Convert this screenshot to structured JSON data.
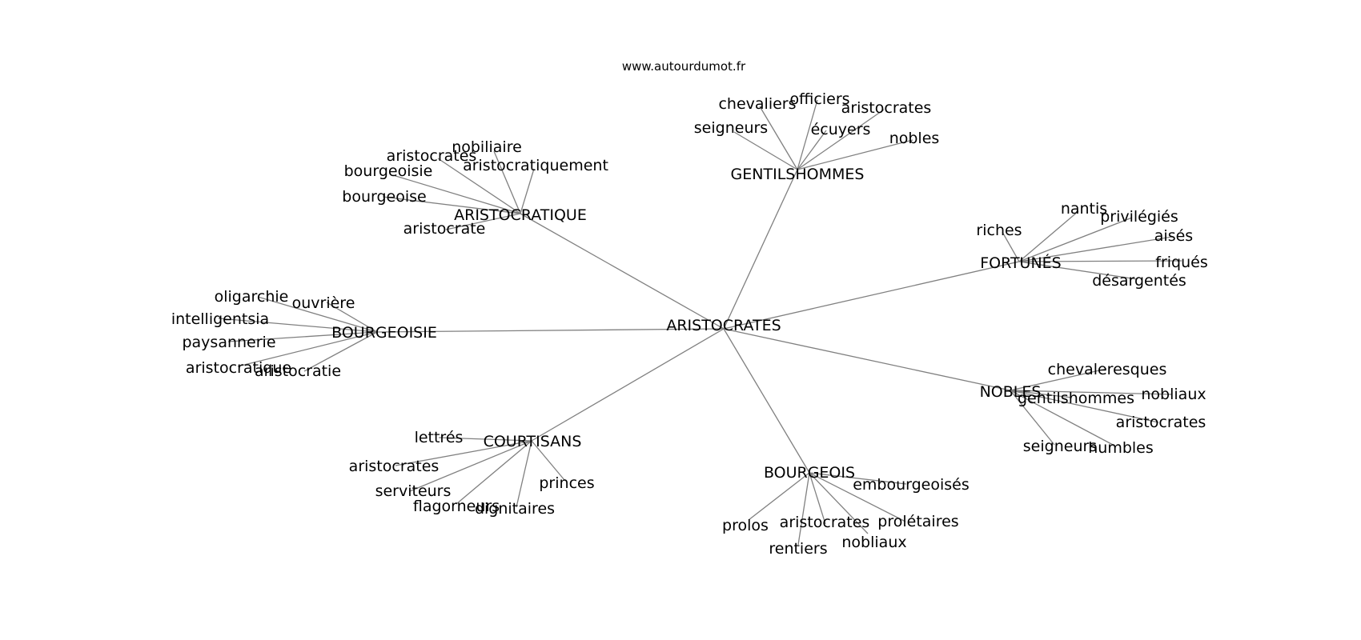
{
  "watermark": "www.autourdumot.fr",
  "center": "ARISTOCRATES",
  "groups": [
    {
      "id": "gentilshommes",
      "hub": "GENTILSHOMMES",
      "leaves": [
        "chevaliers",
        "officiers",
        "aristocrates",
        "seigneurs",
        "écuyers",
        "nobles"
      ]
    },
    {
      "id": "aristocratique",
      "hub": "ARISTOCRATIQUE",
      "leaves": [
        "nobiliaire",
        "aristocrates",
        "aristocratiquement",
        "bourgeoisie",
        "bourgeoise",
        "aristocrate"
      ]
    },
    {
      "id": "fortunes",
      "hub": "FORTUNÉS",
      "leaves": [
        "nantis",
        "privilégiés",
        "riches",
        "aisés",
        "friqués",
        "désargentés"
      ]
    },
    {
      "id": "bourgeoisie",
      "hub": "BOURGEOISIE",
      "leaves": [
        "oligarchie",
        "ouvrière",
        "intelligentsia",
        "paysannerie",
        "aristocratique",
        "aristocratie"
      ]
    },
    {
      "id": "nobles",
      "hub": "NOBLES",
      "leaves": [
        "chevaleresques",
        "nobliaux",
        "gentilshommes",
        "aristocrates",
        "seigneurs",
        "humbles"
      ]
    },
    {
      "id": "courtisans",
      "hub": "COURTISANS",
      "leaves": [
        "lettrés",
        "aristocrates",
        "princes",
        "serviteurs",
        "flagorneurs",
        "dignitaires"
      ]
    },
    {
      "id": "bourgeois",
      "hub": "BOURGEOIS",
      "leaves": [
        "embourgeoisés",
        "prolos",
        "aristocrates",
        "prolétaires",
        "rentiers",
        "nobliaux"
      ]
    }
  ]
}
